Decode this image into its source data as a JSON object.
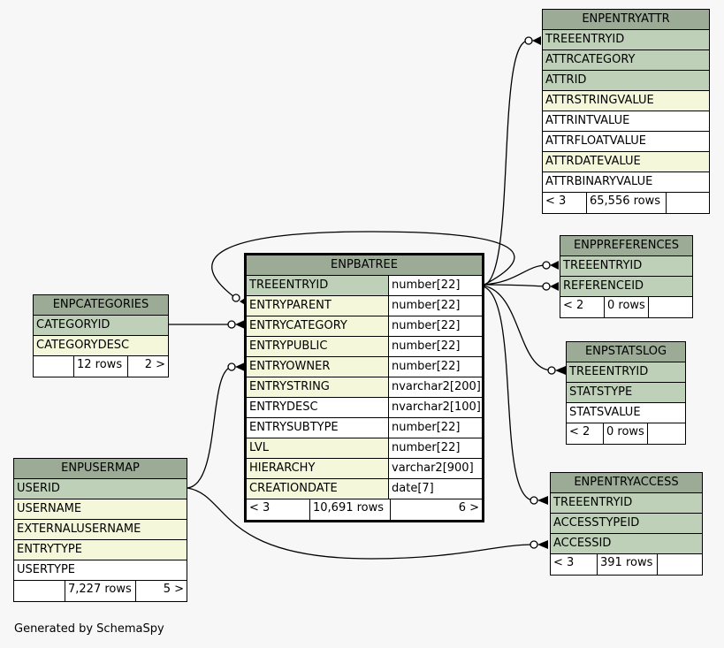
{
  "tables": {
    "enpentryattr": {
      "name": "ENPENTRYATTR",
      "rows": [
        {
          "col": "TREEENTRYID",
          "kind": "pk"
        },
        {
          "col": "ATTRCATEGORY",
          "kind": "pk"
        },
        {
          "col": "ATTRID",
          "kind": "pk"
        },
        {
          "col": "ATTRSTRINGVALUE",
          "kind": "fk"
        },
        {
          "col": "ATTRINTVALUE",
          "kind": "plain"
        },
        {
          "col": "ATTRFLOATVALUE",
          "kind": "plain"
        },
        {
          "col": "ATTRDATEVALUE",
          "kind": "fk"
        },
        {
          "col": "ATTRBINARYVALUE",
          "kind": "plain"
        }
      ],
      "footer": [
        "< 3",
        "65,556 rows",
        ""
      ]
    },
    "enppreferences": {
      "name": "ENPPREFERENCES",
      "rows": [
        {
          "col": "TREEENTRYID",
          "kind": "pk"
        },
        {
          "col": "REFERENCEID",
          "kind": "pk"
        }
      ],
      "footer": [
        "< 2",
        "0 rows",
        ""
      ]
    },
    "enpstatslog": {
      "name": "ENPSTATSLOG",
      "rows": [
        {
          "col": "TREEENTRYID",
          "kind": "pk"
        },
        {
          "col": "STATSTYPE",
          "kind": "pk"
        },
        {
          "col": "STATSVALUE",
          "kind": "plain"
        }
      ],
      "footer": [
        "< 2",
        "0 rows",
        ""
      ]
    },
    "enpentryaccess": {
      "name": "ENPENTRYACCESS",
      "rows": [
        {
          "col": "TREEENTRYID",
          "kind": "pk"
        },
        {
          "col": "ACCESSTYPEID",
          "kind": "pk"
        },
        {
          "col": "ACCESSID",
          "kind": "pk"
        }
      ],
      "footer": [
        "< 3",
        "391 rows",
        ""
      ]
    },
    "enpcategories": {
      "name": "ENPCATEGORIES",
      "rows": [
        {
          "col": "CATEGORYID",
          "kind": "pk"
        },
        {
          "col": "CATEGORYDESC",
          "kind": "fk"
        }
      ],
      "footer": [
        "",
        "12 rows",
        "2 >"
      ]
    },
    "enpusermap": {
      "name": "ENPUSERMAP",
      "rows": [
        {
          "col": "USERID",
          "kind": "pk"
        },
        {
          "col": "USERNAME",
          "kind": "fk"
        },
        {
          "col": "EXTERNALUSERNAME",
          "kind": "fk"
        },
        {
          "col": "ENTRYTYPE",
          "kind": "fk"
        },
        {
          "col": "USERTYPE",
          "kind": "plain"
        }
      ],
      "footer": [
        "",
        "7,227 rows",
        "5 >"
      ]
    },
    "enpbatree": {
      "name": "ENPBATREE",
      "rows": [
        {
          "col": "TREEENTRYID",
          "type": "number[22]",
          "kind": "pk"
        },
        {
          "col": "ENTRYPARENT",
          "type": "number[22]",
          "kind": "fk"
        },
        {
          "col": "ENTRYCATEGORY",
          "type": "number[22]",
          "kind": "fk"
        },
        {
          "col": "ENTRYPUBLIC",
          "type": "number[22]",
          "kind": "fk"
        },
        {
          "col": "ENTRYOWNER",
          "type": "number[22]",
          "kind": "fk"
        },
        {
          "col": "ENTRYSTRING",
          "type": "nvarchar2[200]",
          "kind": "fk"
        },
        {
          "col": "ENTRYDESC",
          "type": "nvarchar2[100]",
          "kind": "plain"
        },
        {
          "col": "ENTRYSUBTYPE",
          "type": "number[22]",
          "kind": "plain"
        },
        {
          "col": "LVL",
          "type": "number[22]",
          "kind": "fk"
        },
        {
          "col": "HIERARCHY",
          "type": "varchar2[900]",
          "kind": "fk"
        },
        {
          "col": "CREATIONDATE",
          "type": "date[7]",
          "kind": "fk"
        }
      ],
      "footer": [
        "< 3",
        "10,691 rows",
        "6 >"
      ]
    }
  },
  "generated_by": "Generated by SchemaSpy",
  "colors": {
    "background": "#f7f7f7",
    "header": "#9bab96",
    "primary_key": "#bed1b8",
    "foreign_key": "#f4f7da"
  }
}
